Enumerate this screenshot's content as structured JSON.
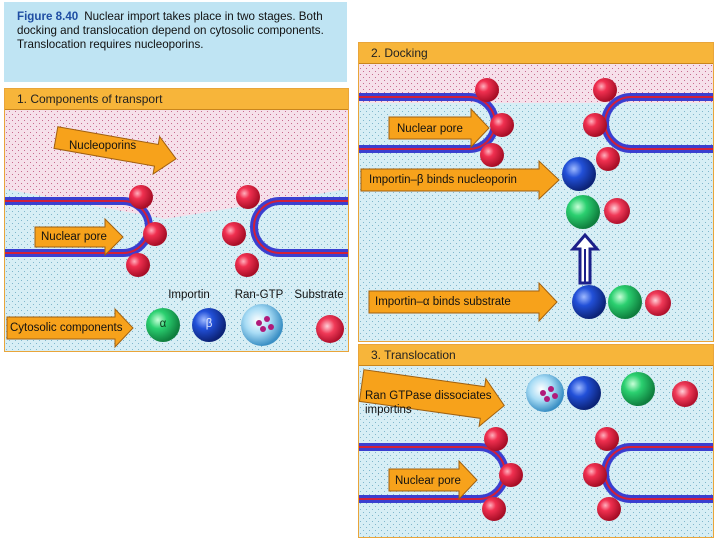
{
  "caption": {
    "figure_label": "Figure 8.40",
    "text": "Nuclear import takes place in two stages. Both docking and translocation depend on cytosolic components. Translocation requires nucleoporins."
  },
  "panel1": {
    "title": "1. Components of transport",
    "nucleoporins": "Nucleoporins",
    "nuclear_pore": "Nuclear pore",
    "importin": "Importin",
    "ran_gtp": "Ran-GTP",
    "substrate": "Substrate",
    "cytosolic": "Cytosolic components",
    "alpha": "α",
    "beta": "β"
  },
  "panel2": {
    "title": "2. Docking",
    "nuclear_pore": "Nuclear pore",
    "importin_beta": "Importin–β binds nucleoporin",
    "importin_alpha": "Importin–α binds substrate"
  },
  "panel3": {
    "title": "3. Translocation",
    "ran_text": "Ran GTPase dissociates importins",
    "nuclear_pore": "Nuclear pore"
  },
  "colors": {
    "header": "#f7b53a",
    "arrow": "#f7a21b",
    "nucleoporin": "#e0203c",
    "importin_alpha": "#22c46a",
    "importin_beta": "#1b47c9",
    "ran_gtp": "#8fd0f0",
    "substrate": "#e8284a",
    "membrane_blue": "#3a3fd0",
    "membrane_red": "#d0203a"
  }
}
